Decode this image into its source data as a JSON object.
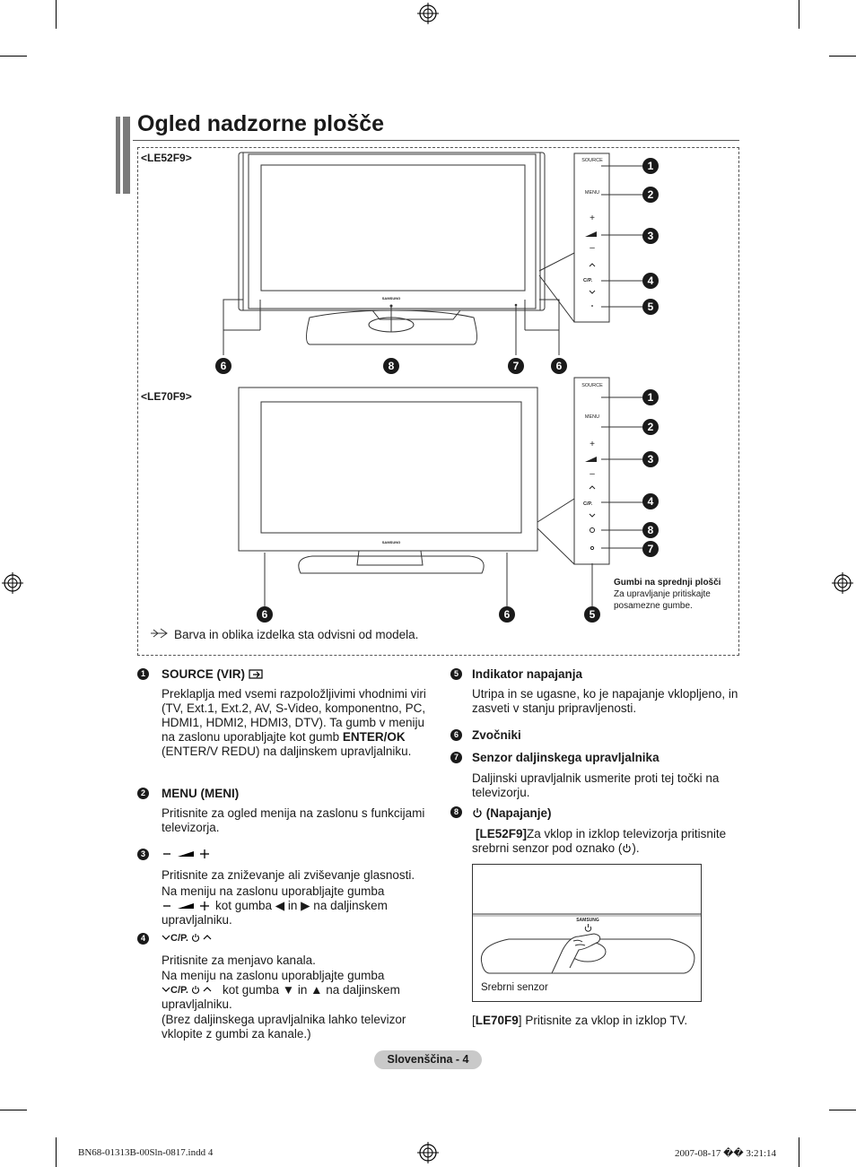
{
  "page": {
    "title": "Ogled nadzorne plošče",
    "footer": "Slovenščina - 4",
    "slug_left": "BN68-01313B-00Sln-0817.indd   4",
    "slug_right": "2007-08-17   �� 3:21:14"
  },
  "diagram": {
    "model1": "<LE52F9>",
    "model2": "<LE70F9>",
    "brand": "SAMSUNG",
    "panel": {
      "source": "SOURCE",
      "menu": "MENU",
      "plus": "+",
      "minus": "–",
      "cp": "C/P."
    },
    "callouts": [
      "1",
      "2",
      "3",
      "4",
      "5",
      "6",
      "7",
      "8"
    ],
    "front_note_title": "Gumbi na sprednji plošči",
    "front_note_body": "Za upravljanje pritiskajte posamezne gumbe.",
    "note": "Barva in oblika izdelka sta odvisni od modela."
  },
  "items": {
    "i1": {
      "num": "1",
      "title": "SOURCE (VIR)",
      "body_a": "Preklaplja med vsemi razpoložljivimi vhodnimi viri (TV, Ext.1, Ext.2, AV, S-Video, komponentno, PC, HDMI1, HDMI2, HDMI3, DTV). Ta gumb v meniju na zaslonu uporabljajte kot gumb ",
      "body_bold": "ENTER/OK",
      "body_b": " (ENTER/V REDU) na daljinskem upravljalniku."
    },
    "i2": {
      "num": "2",
      "title": "MENU (MENI)",
      "body": "Pritisnite za ogled menija na zaslonu s funkcijami televizorja."
    },
    "i3": {
      "num": "3",
      "body_a": "Pritisnite za zniževanje ali zviševanje glasnosti.",
      "body_b": "Na meniju na zaslonu uporabljajte gumba",
      "body_c": "kot gumba ◀ in ▶ na daljinskem upravljalniku."
    },
    "i4": {
      "num": "4",
      "cp": "C/P.",
      "body_a": "Pritisnite za menjavo kanala.",
      "body_b": "Na meniju na zaslonu uporabljajte gumba",
      "body_c": "kot gumba ▼ in ▲ na daljinskem upravljalniku.",
      "body_d": "(Brez daljinskega upravljalnika lahko televizor vklopite z gumbi za kanale.)"
    },
    "i5": {
      "num": "5",
      "title": "Indikator napajanja",
      "body": "Utripa in se ugasne, ko je napajanje vklopljeno, in zasveti v stanju pripravljenosti."
    },
    "i6": {
      "num": "6",
      "title": "Zvočniki"
    },
    "i7": {
      "num": "7",
      "title": "Senzor daljinskega upravljalnika",
      "body": "Daljinski upravljalnik usmerite proti tej točki na televizorju."
    },
    "i8": {
      "num": "8",
      "title": "(Napajanje)",
      "le52_label": "[LE52F9]",
      "le52_body": "Za vklop in izklop televizorja pritisnite srebrni senzor pod oznako (",
      "le52_end": ").",
      "sensor_caption": "Srebrni senzor",
      "le70_label": "LE70F9",
      "le70_body": " Pritisnite za vklop in izklop TV."
    }
  }
}
